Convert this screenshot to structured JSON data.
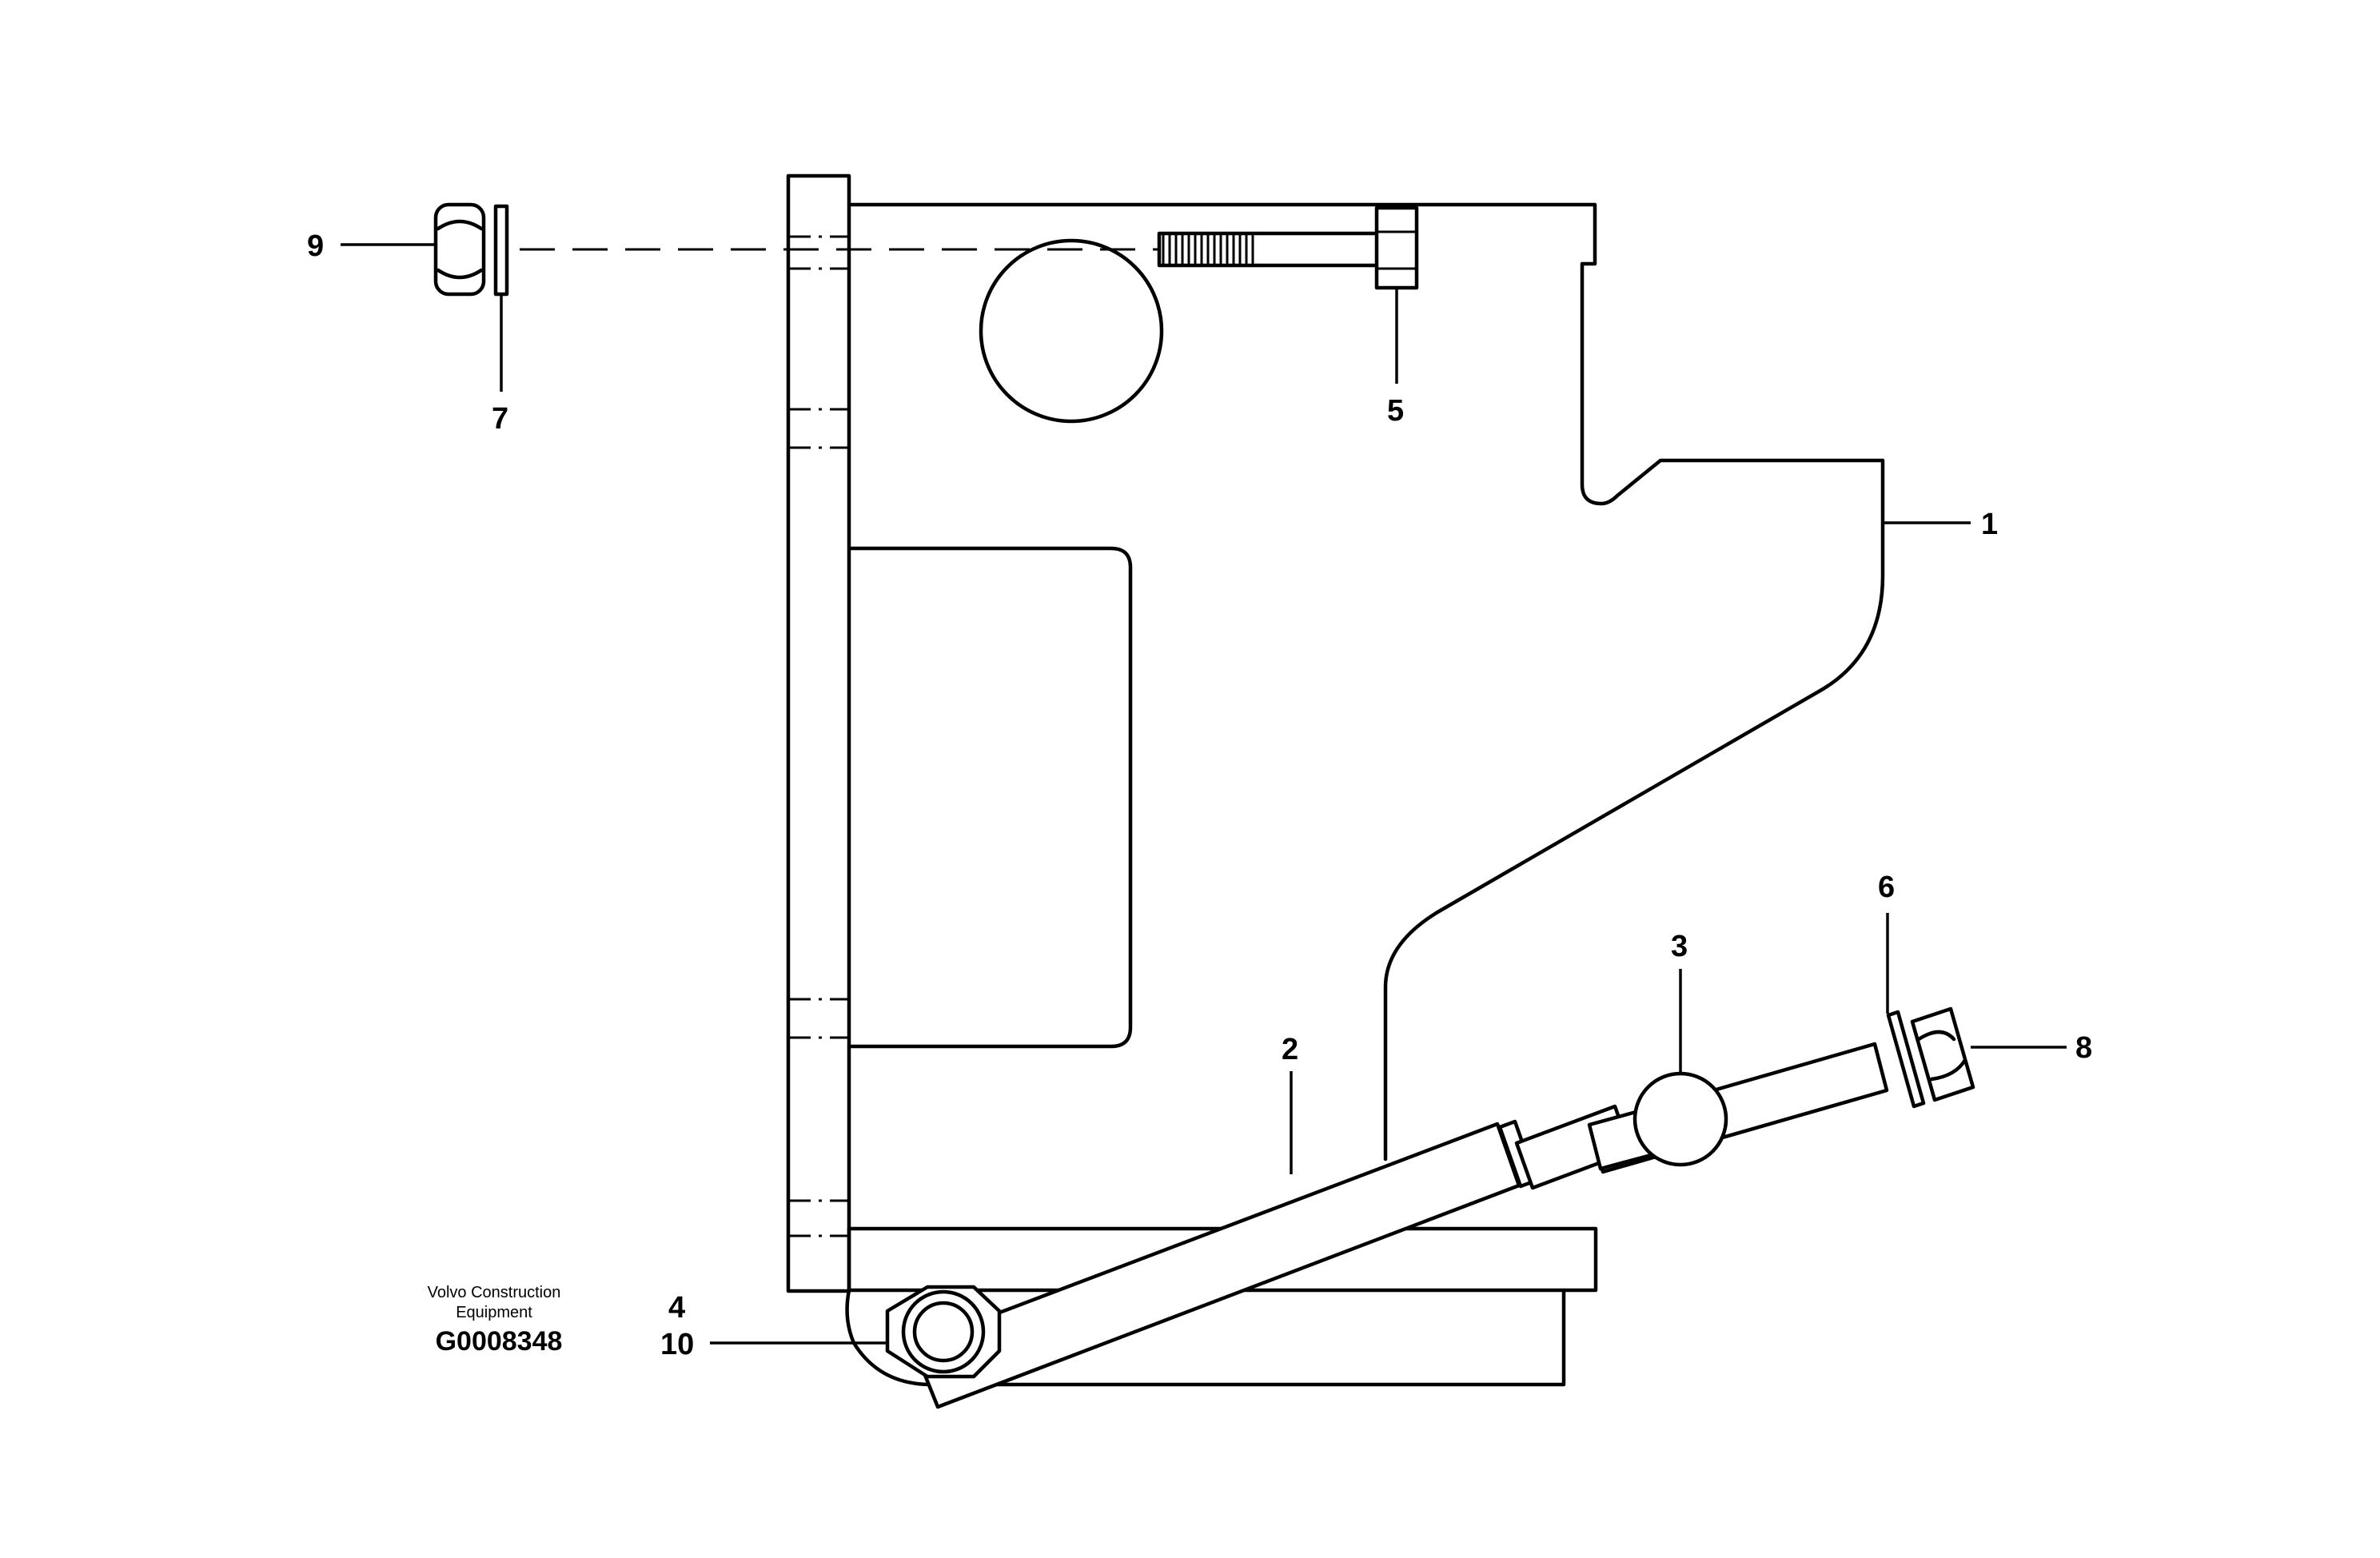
{
  "callouts": {
    "c1": "1",
    "c2": "2",
    "c3": "3",
    "c4": "4",
    "c5": "5",
    "c6": "6",
    "c7": "7",
    "c8": "8",
    "c9": "9",
    "c10": "10"
  },
  "credit": {
    "line1": "Volvo Construction",
    "line2": "Equipment",
    "code": "G0008348"
  }
}
